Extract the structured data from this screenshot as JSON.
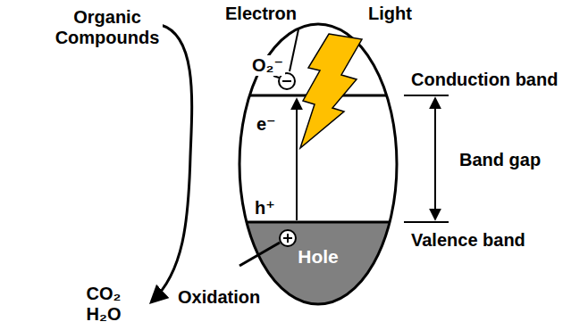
{
  "diagram": {
    "nodes": [
      {
        "text": [
          "Hole"
        ]
      }
    ],
    "labels": [
      "Organic Compounds",
      "Electron",
      "Light",
      "O₂⁻",
      "Conduction band",
      "e⁻",
      "Band gap",
      "h⁺",
      "Valence band",
      "CO₂ H₂O",
      "Oxidation"
    ]
  }
}
